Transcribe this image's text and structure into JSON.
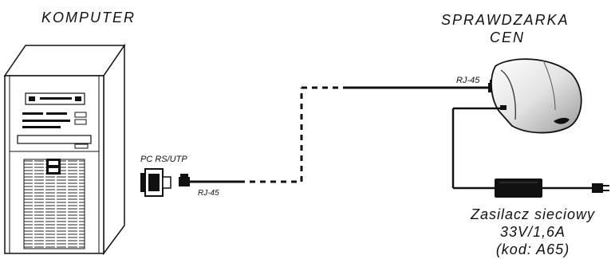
{
  "labels": {
    "computer": "KOMPUTER",
    "checker_line1": "SPRAWDZARKA",
    "checker_line2": "CEN",
    "pc_port": "PC RS/UTP",
    "rj45_left": "RJ-45",
    "rj45_right": "RJ-45",
    "psu_line1": "Zasilacz sieciowy",
    "psu_line2": "33V/1,6A",
    "psu_line3": "(kod: A65)"
  },
  "colors": {
    "stroke": "#111111",
    "fill_light": "#ffffff",
    "fill_dark": "#111111",
    "device_grey": "#bdbdbd"
  },
  "icons": {
    "computer": "tower-pc-icon",
    "adapter": "db9-rj45-adapter-icon",
    "checker": "price-checker-icon",
    "psu": "power-adapter-icon",
    "plug": "power-plug-icon"
  }
}
